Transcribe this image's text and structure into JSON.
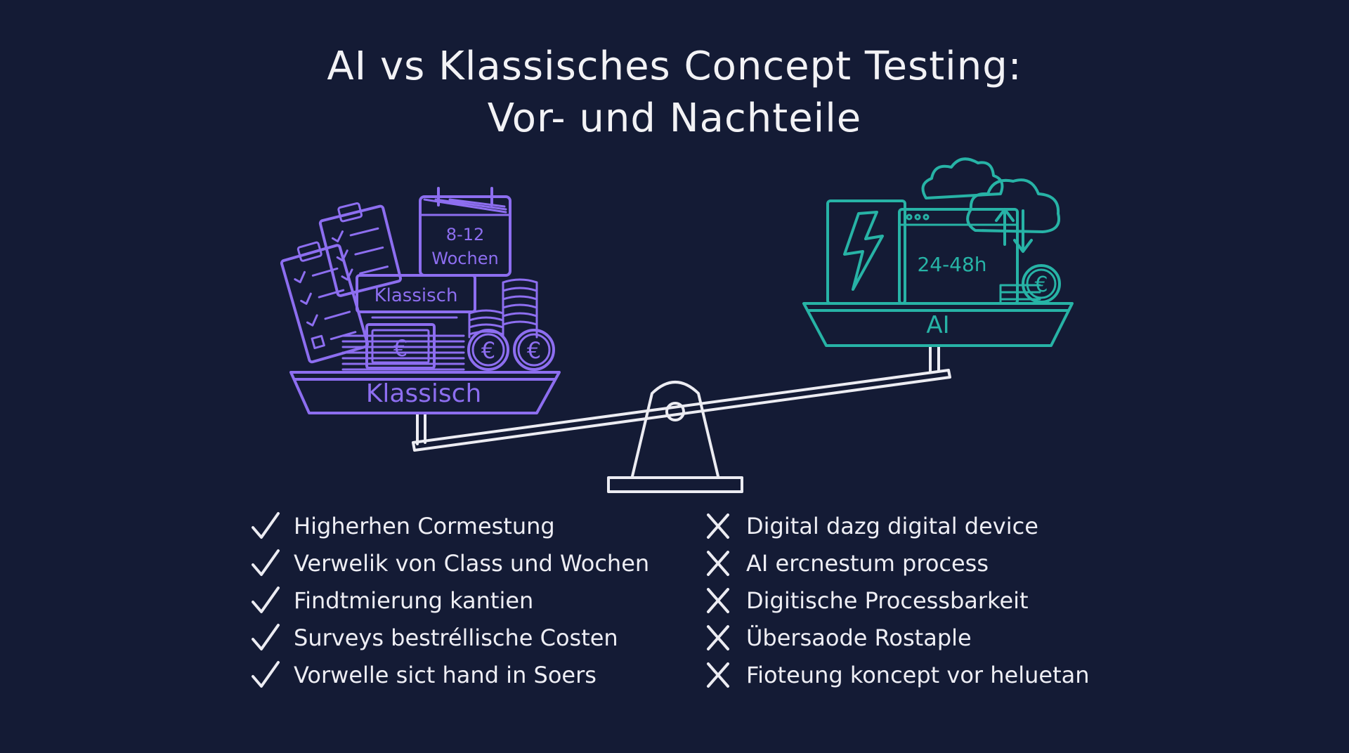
{
  "title": {
    "line1": "AI vs Klassisches Concept Testing:",
    "line2": "Vor- und Nachteile"
  },
  "classic": {
    "calendar_line1": "8-12",
    "calendar_line2": "Wochen",
    "box_label": "Klassisch",
    "pan_label": "Klassisch",
    "currency_symbol": "€",
    "color": "#8d6ef0"
  },
  "ai": {
    "duration": "24-48h",
    "pan_label": "AI",
    "currency_symbol": "€",
    "color": "#27b3a6"
  },
  "icons": {
    "pros": "checkmark-icon",
    "cons": "cross-icon",
    "classic": [
      "clipboard-checklist-icon",
      "calendar-icon",
      "banknote-icon",
      "coin-stack-icon",
      "euro-coin-icon"
    ],
    "ai": [
      "lightning-icon",
      "browser-window-icon",
      "cloud-icon",
      "upload-download-arrows-icon",
      "euro-coin-icon"
    ]
  },
  "pros": [
    "Higherhen Cormestung",
    "Verwelik von Class und Wochen",
    "Findtmierung kantien",
    "Surveys bestréllische Costen",
    "Vorwelle sict hand in Soers"
  ],
  "cons": [
    "Digital dazg digital device",
    "AI ercnestum process",
    "Digitische Processbarkeit",
    "Übersaode Rostaple",
    "Fioteung koncept vor heluetan"
  ],
  "colors": {
    "background": "#141b35",
    "text": "#eeeef4",
    "classic": "#8d6ef0",
    "ai": "#27b3a6",
    "sketch": "#ececf2"
  }
}
